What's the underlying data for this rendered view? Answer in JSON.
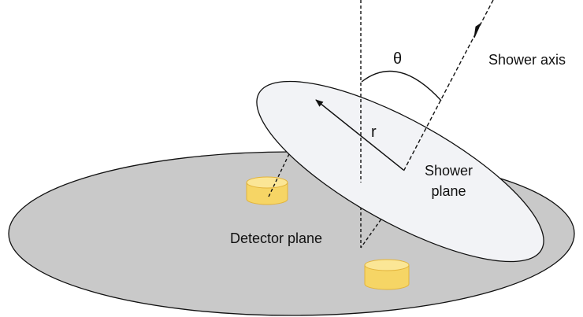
{
  "labels": {
    "shower_axis": "Shower axis",
    "theta": "θ",
    "r": "r",
    "shower_plane_line1": "Shower",
    "shower_plane_line2": "plane",
    "detector_plane": "Detector plane"
  },
  "colors": {
    "detector_plane_fill": "#c9c9c9",
    "shower_plane_fill": "#f2f3f6",
    "detector_tank": "#f6d565",
    "detector_tank_rim": "#e2b33a",
    "line": "#111111"
  }
}
